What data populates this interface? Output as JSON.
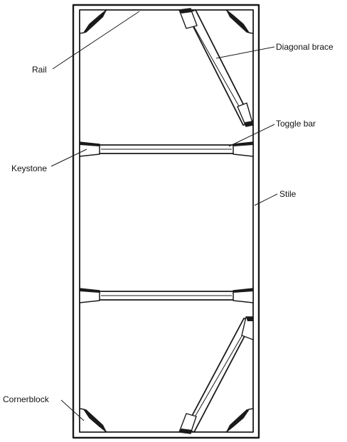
{
  "labels": {
    "rail": "Rail",
    "diagonal_brace": "Diagonal brace",
    "toggle_bar": "Toggle bar",
    "keystone": "Keystone",
    "stile": "Stile",
    "cornerblock": "Cornerblock"
  },
  "colors": {
    "ink": "#1a1a1a",
    "block_fill": "#ffffff",
    "background": "#ffffff"
  }
}
